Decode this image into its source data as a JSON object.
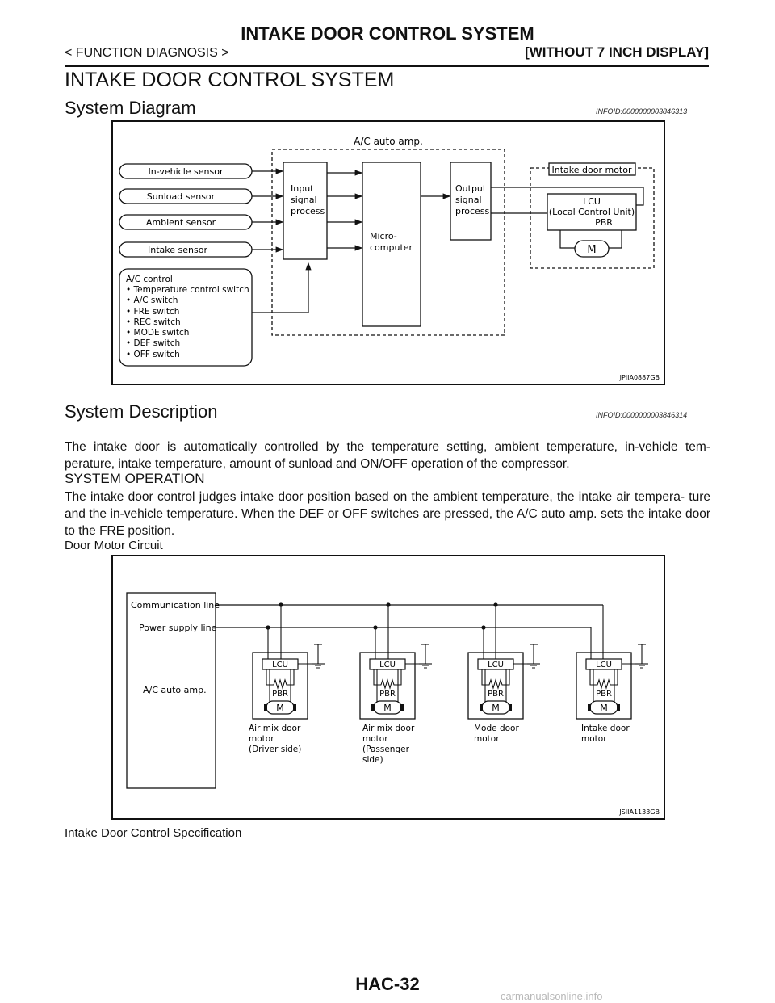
{
  "header": {
    "title": "INTAKE DOOR CONTROL SYSTEM",
    "left": "< FUNCTION DIAGNOSIS >",
    "right": "[WITHOUT 7 INCH DISPLAY]"
  },
  "main_title": "INTAKE DOOR CONTROL SYSTEM",
  "section1": {
    "title": "System Diagram",
    "infoid": "INFOID:0000000003846313"
  },
  "diagram1": {
    "amp_label": "A/C auto amp.",
    "sensors": [
      "In-vehicle sensor",
      "Sunload sensor",
      "Ambient sensor",
      "Intake sensor"
    ],
    "ac_control": [
      "A/C control",
      "• Temperature control switch",
      "• A/C switch",
      "• FRE switch",
      "• REC switch",
      "• MODE switch",
      "• DEF switch",
      "• OFF switch"
    ],
    "input_block": [
      "Input",
      "signal",
      "process"
    ],
    "micro_block": [
      "Micro-",
      "computer"
    ],
    "output_block": [
      "Output",
      "signal",
      "process"
    ],
    "motor_label": "Intake door motor",
    "lcu": [
      "LCU",
      "(Local Control Unit)",
      "PBR"
    ],
    "m": "M",
    "code": "JPIIA0887GB"
  },
  "section2": {
    "title": "System Description",
    "infoid": "INFOID:0000000003846314"
  },
  "desc_para": "The intake door is automatically controlled by the temperature setting, ambient temperature, in-vehicle tem- perature, intake temperature, amount of sunload and ON/OFF operation of the compressor.",
  "sys_op_title": "SYSTEM OPERATION",
  "sys_op_para": "The intake door control judges intake door position based on the ambient temperature, the intake air tempera- ture and the in-vehicle temperature. When the DEF or OFF switches are pressed, the A/C auto amp. sets the intake door to the FRE position.",
  "door_motor_caption": "Door Motor Circuit",
  "diagram2": {
    "comm_line": "Communication line",
    "power_line": "Power supply line",
    "amp": "A/C auto amp.",
    "lcu": "LCU",
    "pbr": "PBR",
    "m": "M",
    "motors": [
      [
        "Air mix door",
        "motor",
        "(Driver side)"
      ],
      [
        "Air mix door",
        "motor",
        "(Passenger",
        "side)"
      ],
      [
        "Mode door",
        "motor"
      ],
      [
        "Intake door",
        "motor"
      ]
    ],
    "code": "JSIIA1133GB"
  },
  "spec_caption": "Intake Door Control Specification",
  "page_number": "HAC-32",
  "watermark": "carmanualsonline.info"
}
